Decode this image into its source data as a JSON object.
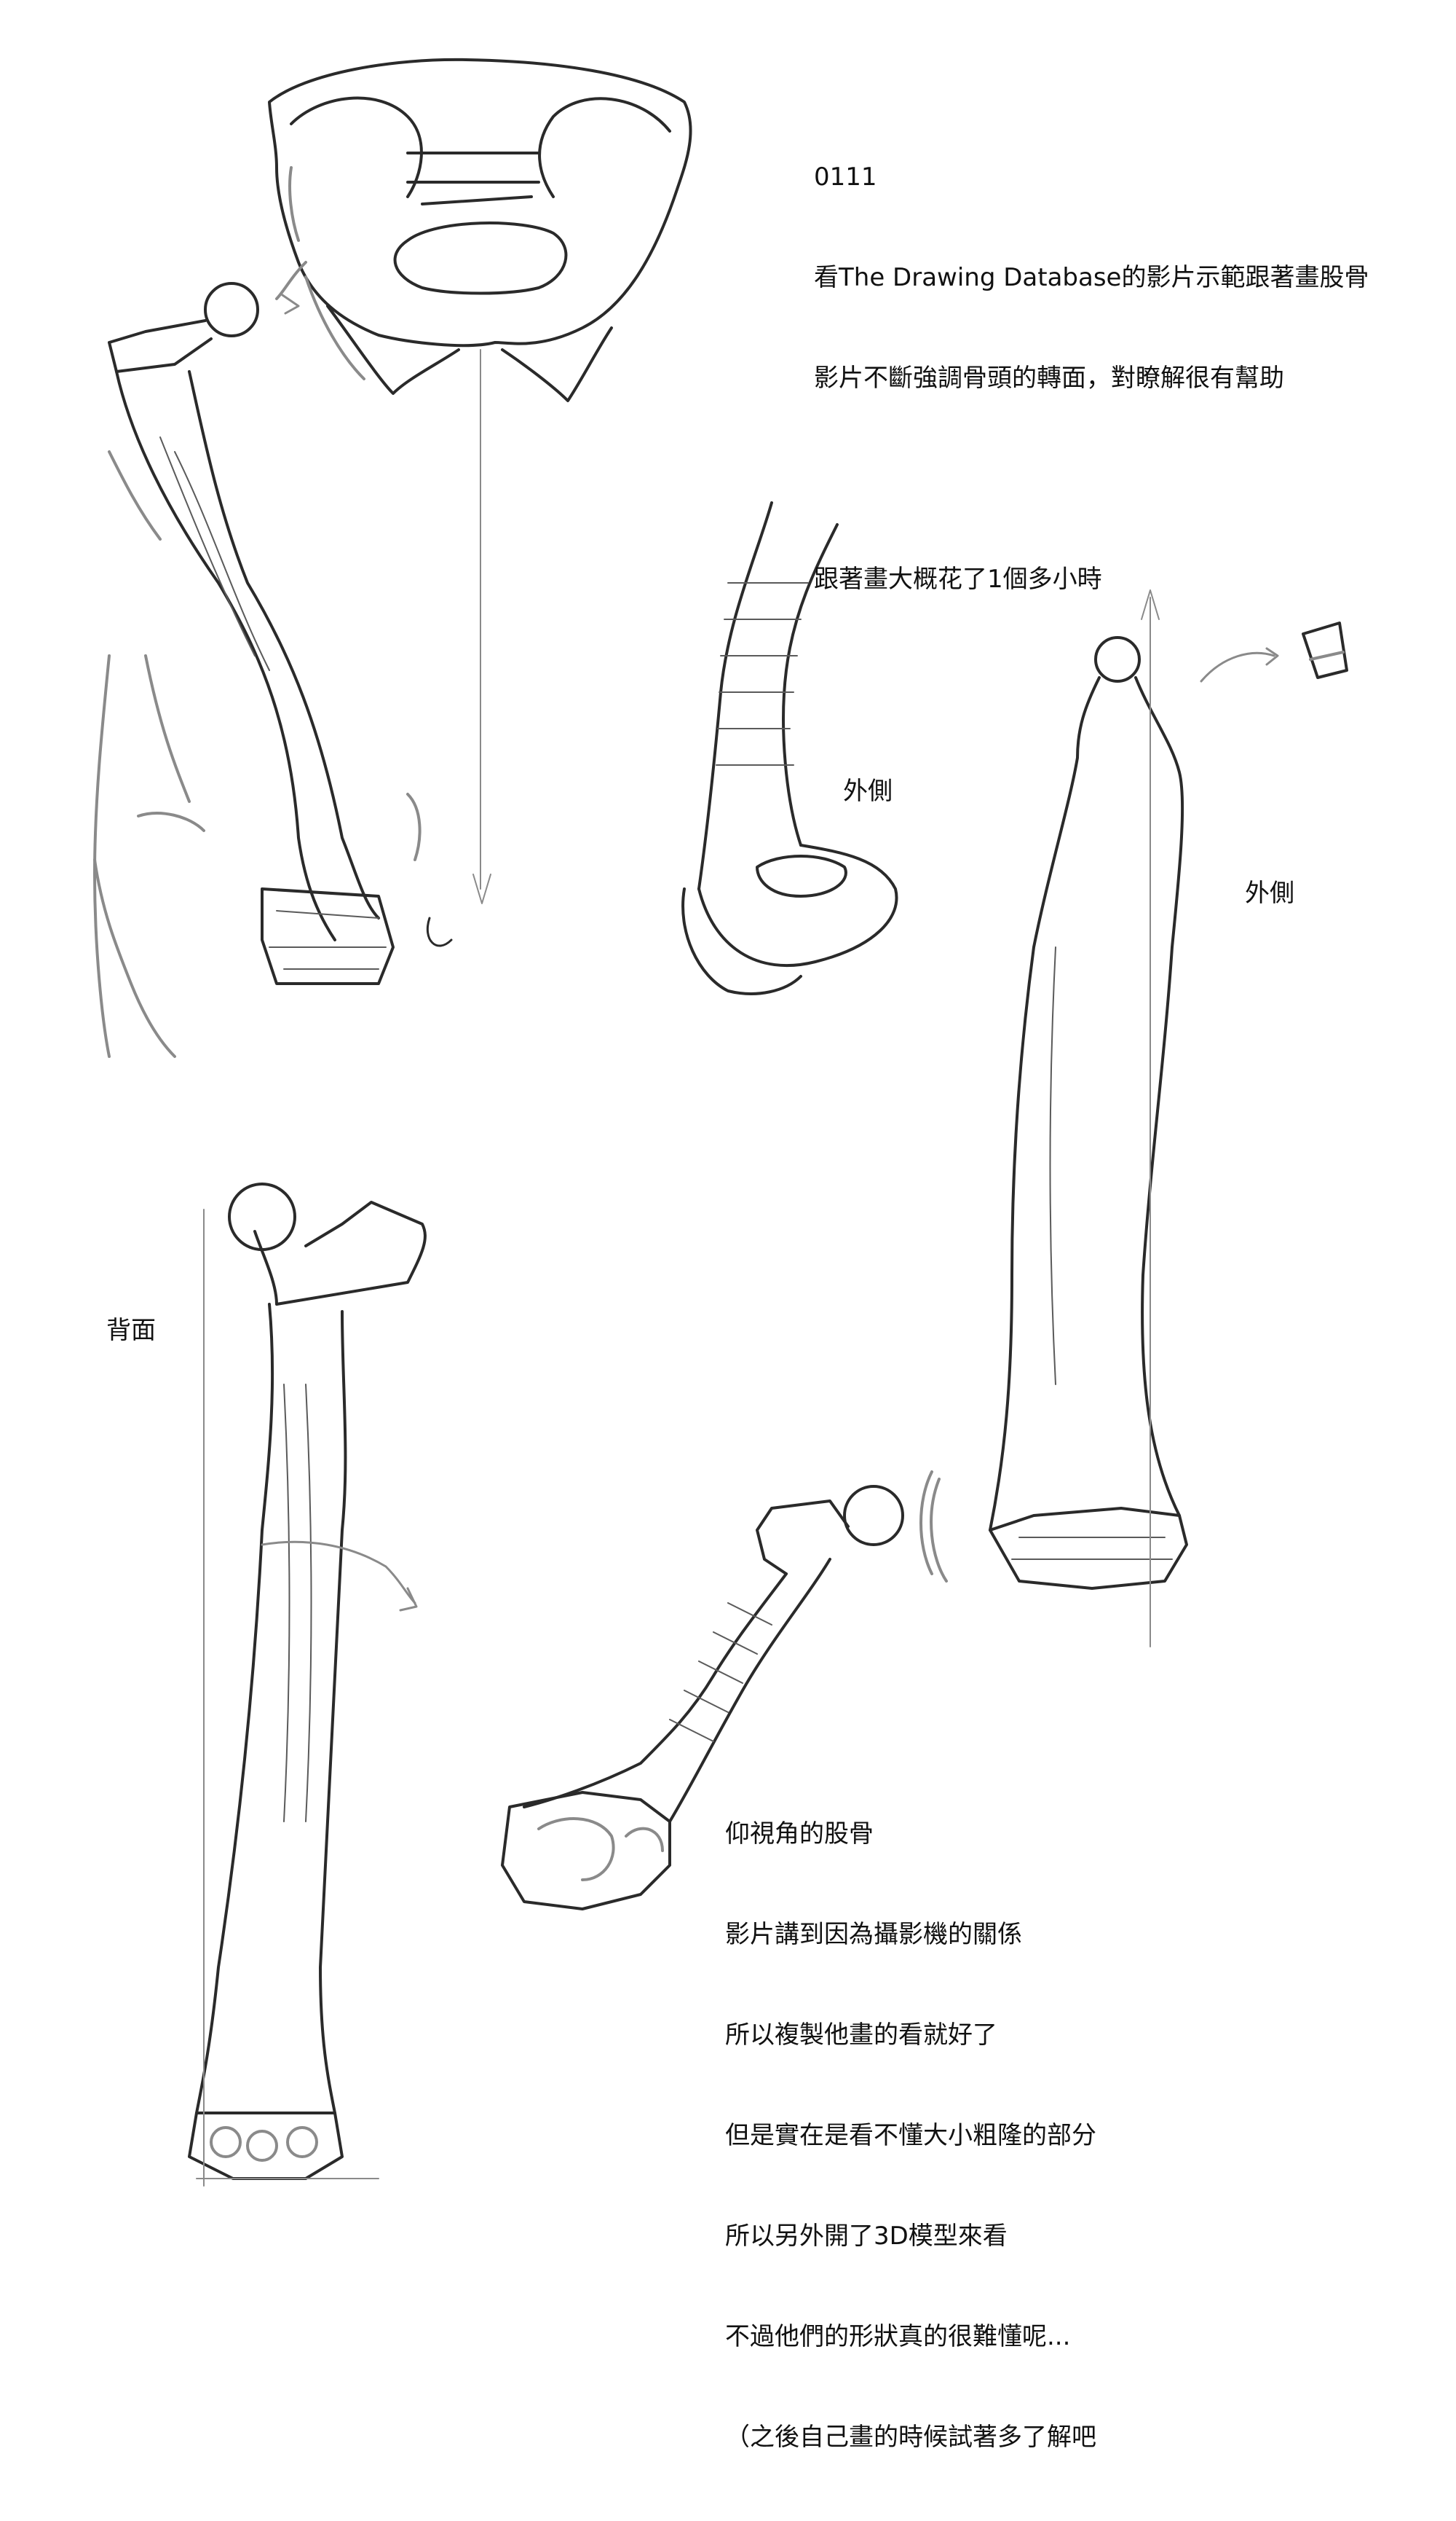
{
  "notes": {
    "line1": "0111",
    "line2": "看The Drawing Database的影片示範跟著畫股骨",
    "line3": "影片不斷強調骨頭的轉面，對瞭解很有幫助",
    "line4": "跟著畫大概花了1個多小時"
  },
  "labels": {
    "lateral_1": "外側",
    "lateral_2": "外側",
    "posterior": "背面"
  },
  "low_angle_notes": {
    "line1": "仰視角的股骨",
    "line2": "影片講到因為攝影機的關係",
    "line3": "所以複製他畫的看就好了",
    "line4": "但是實在是看不懂大小粗隆的部分",
    "line5": "所以另外開了3D模型來看",
    "line6": "不過他們的形狀真的很難懂呢...",
    "line7": "（之後自己畫的時候試著多了解吧"
  }
}
